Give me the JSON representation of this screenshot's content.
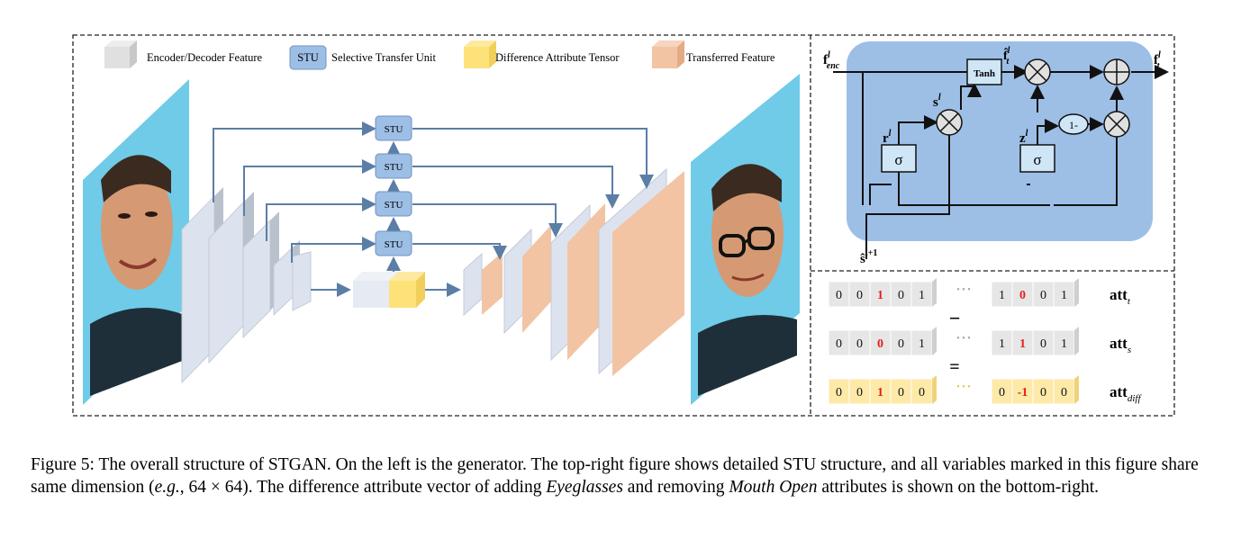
{
  "legend": {
    "encdec": "Encoder/Decoder Feature",
    "stu_box": "STU",
    "stu": "Selective Transfer Unit",
    "diff": "Difference Attribute Tensor",
    "transferred": "Transferred Feature"
  },
  "generator": {
    "stu_labels": [
      "STU",
      "STU",
      "STU",
      "STU"
    ]
  },
  "stu_detail": {
    "input": "f",
    "input_sup": "l",
    "input_sub": "enc",
    "output": "f",
    "output_sup": "l",
    "output_sub": "t",
    "ft_hat": "f̂",
    "ft_hat_sup": "l",
    "ft_hat_sub": "t",
    "tanh": "Tanh",
    "s": "s",
    "s_sup": "l",
    "r": "r",
    "r_sup": "l",
    "z": "z",
    "z_sup": "l",
    "sigma": "σ",
    "one_minus": "1-",
    "s_prev": "ŝ",
    "s_prev_sup": "l+1",
    "colors": {
      "panel": "#9dbfe6",
      "box": "#cfe6f7"
    }
  },
  "attributes": {
    "rows": [
      {
        "left": [
          "0",
          "0",
          "1",
          "0",
          "1"
        ],
        "right": [
          "1",
          "0",
          "0",
          "1"
        ],
        "label": "att",
        "sub": "t",
        "red_left": [
          2
        ],
        "red_right": [
          1
        ]
      },
      {
        "left": [
          "0",
          "0",
          "0",
          "0",
          "1"
        ],
        "right": [
          "1",
          "1",
          "0",
          "1"
        ],
        "label": "att",
        "sub": "s",
        "red_left": [
          2
        ],
        "red_right": [
          1
        ]
      },
      {
        "left": [
          "0",
          "0",
          "1",
          "0",
          "0"
        ],
        "right": [
          "0",
          "-1",
          "0",
          "0"
        ],
        "label": "att",
        "sub": "diff",
        "red_left": [
          2
        ],
        "red_right": [
          1
        ]
      }
    ],
    "dots": "• • •",
    "minus": "−",
    "equals": "=",
    "colors": {
      "gray": "#e6e6e6",
      "yellow": "#fde9a8",
      "red": "#e3201b"
    }
  },
  "caption": {
    "p1": "Figure 5: The overall structure of STGAN. On the left is the generator. The top-right figure shows detailed STU structure, and all variables marked in this figure share same dimension (",
    "eg": "e.g.",
    "p2": ", 64 × 64). The difference attribute vector of adding ",
    "eyeglasses": "Eyeglasses",
    "p3": " and removing ",
    "mouth": "Mouth Open",
    "p4": " attributes is shown on the bottom-right."
  }
}
